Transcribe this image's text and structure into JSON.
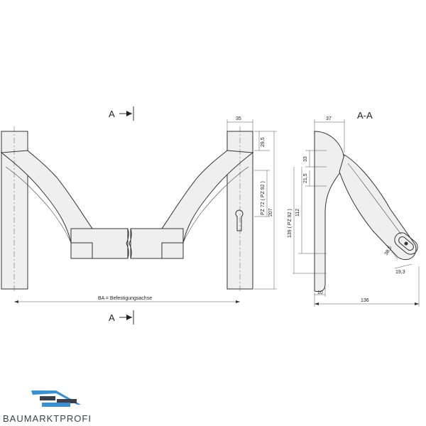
{
  "section_marks": {
    "top": "A",
    "bottom": "A",
    "section_title": "A-A"
  },
  "front_view": {
    "dim_width_top": "35",
    "dim_29_5": "29,5",
    "dim_pz72": "PZ 72 ( PZ 92 )",
    "dim_207": "207",
    "dim_ba": "BA = Befestigungsachse"
  },
  "side_view": {
    "dim_37": "37",
    "dim_33": "33",
    "dim_21_5": "21,5",
    "dim_112": "112",
    "dim_139": "139 ( PZ 92 )",
    "dim_38_5": "38,5",
    "dim_19_3": "19,3",
    "dim_10": "10",
    "dim_136": "136"
  },
  "logo": {
    "text": "BAUMARKTPROFI",
    "accent": "#3d8fcf",
    "dark": "#3a3f4a"
  }
}
